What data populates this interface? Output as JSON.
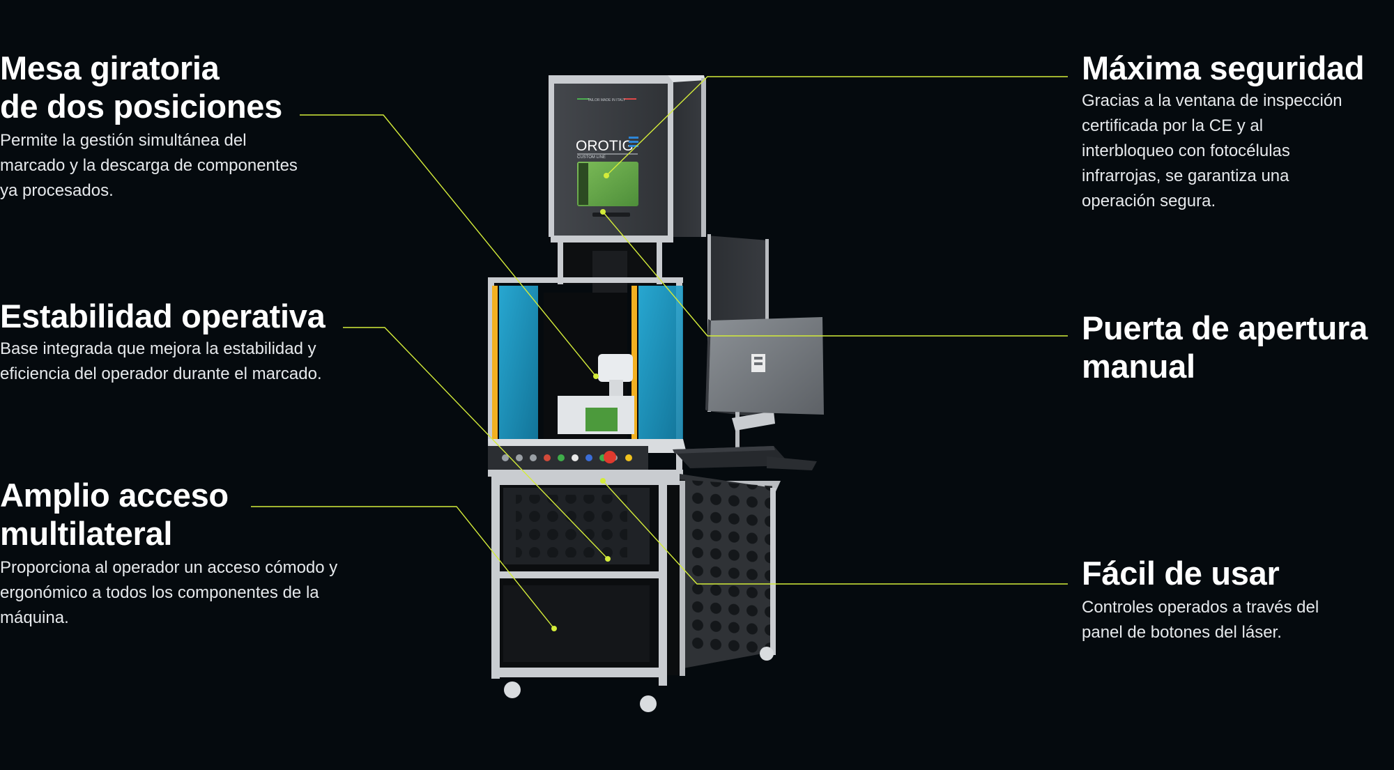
{
  "features": {
    "rotary_table": {
      "title_line1": "Mesa giratoria",
      "title_line2": "de dos posiciones",
      "desc_line1": "Permite la gestión simultánea del",
      "desc_line2": "marcado y la descarga de componentes",
      "desc_line3": "ya procesados."
    },
    "stability": {
      "title": "Estabilidad operativa",
      "desc_line1": "Base integrada que mejora la estabilidad y",
      "desc_line2": "eficiencia del operador durante el marcado."
    },
    "access": {
      "title_line1": "Amplio acceso",
      "title_line2": "multilateral",
      "desc_line1": "Proporciona al operador un acceso cómodo y",
      "desc_line2": "ergonómico a todos los componentes de la",
      "desc_line3": "máquina."
    },
    "safety": {
      "title": "Máxima seguridad",
      "desc_line1": "Gracias a la ventana de inspección",
      "desc_line2": "certificada por la CE y al",
      "desc_line3": "interbloqueo con fotocélulas",
      "desc_line4": "infrarrojas, se garantiza una",
      "desc_line5": "operación segura."
    },
    "door": {
      "title_line1": "Puerta de apertura",
      "title_line2": "manual"
    },
    "ease": {
      "title": "Fácil de usar",
      "desc_line1": "Controles operados a través del",
      "desc_line2": "panel de botones del láser."
    }
  },
  "machine": {
    "brand": "OROTIG",
    "line": "CUSTOM LINE",
    "tagline": "TAILOR MADE IN ITALY"
  },
  "colors": {
    "background": "#050a0e",
    "callout": "#d4ec3a",
    "cabinet": "#3a3d42",
    "frame": "#c9ccd0",
    "window": "#6fae4f",
    "shield": "#1ea7d6",
    "curtain": "#f2b021"
  }
}
